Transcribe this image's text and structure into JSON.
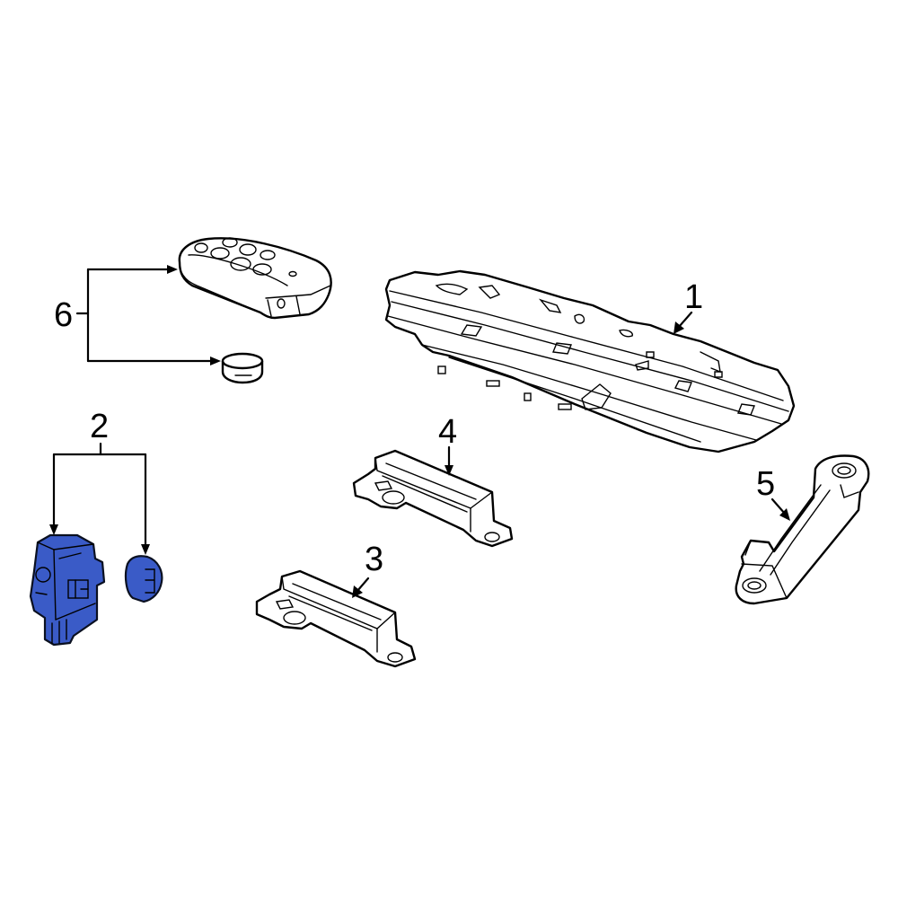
{
  "diagram": {
    "type": "exploded-parts-diagram",
    "accent_color": "#3a5bc7",
    "line_color": "#000000",
    "background": "#ffffff",
    "callouts": [
      {
        "id": "1",
        "label": "1",
        "part": "control-module-panel"
      },
      {
        "id": "2",
        "label": "2",
        "part": "sensor-assembly",
        "highlighted": true
      },
      {
        "id": "3",
        "label": "3",
        "part": "antenna-bracket-lower"
      },
      {
        "id": "4",
        "label": "4",
        "part": "antenna-bracket-upper"
      },
      {
        "id": "5",
        "label": "5",
        "part": "antenna-bracket-side"
      },
      {
        "id": "6",
        "label": "6",
        "part": "key-fob-and-battery"
      }
    ]
  }
}
